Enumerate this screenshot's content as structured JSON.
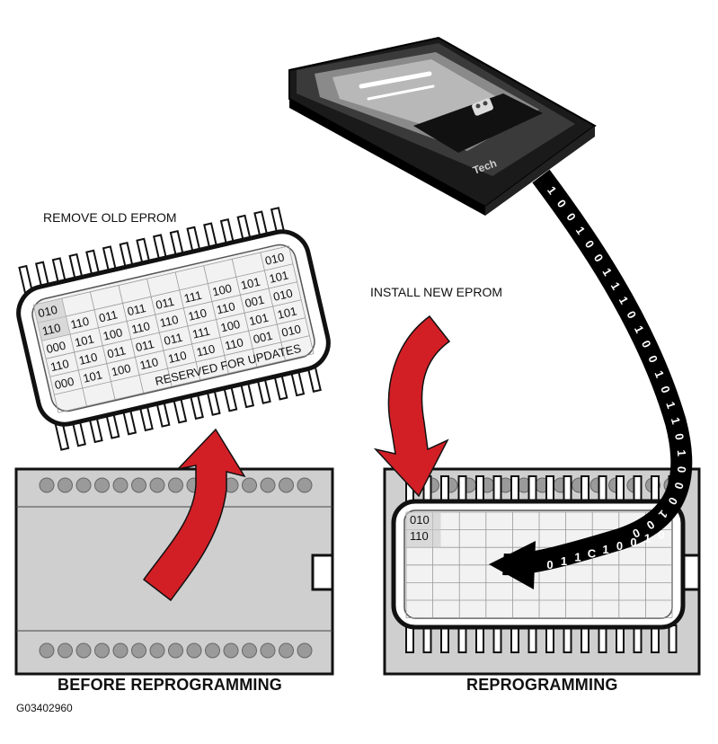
{
  "labels": {
    "remove_old": "REMOVE OLD EPROM",
    "install_new": "INSTALL NEW EPROM",
    "before": "BEFORE REPROGRAMMING",
    "reprogramming": "REPROGRAMMING",
    "figure_code": "G03402960"
  },
  "device_logo": "Tech",
  "old_eprom": {
    "rows": [
      [
        "010",
        "",
        "",
        "",
        "",
        "",
        "",
        "",
        "010"
      ],
      [
        "110",
        "110",
        "011",
        "011",
        "011",
        "111",
        "100",
        "101",
        "101"
      ],
      [
        "000",
        "101",
        "100",
        "110",
        "110",
        "110",
        "110",
        "001",
        "010"
      ],
      [
        "110",
        "110",
        "011",
        "011",
        "011",
        "111",
        "100",
        "101",
        "101"
      ],
      [
        "000",
        "101",
        "100",
        "110",
        "110",
        "110",
        "110",
        "001",
        "010"
      ]
    ],
    "reserved_text": "RESERVED FOR UPDATES"
  },
  "new_eprom": {
    "rows": [
      [
        "010"
      ],
      [
        "110"
      ]
    ]
  },
  "cable_bits": "1001001110100101101000100",
  "arrow_bits": "0 1 1 C 1 0 0 1 0",
  "colors": {
    "arrow_red": "#d21f26",
    "board_gray": "#cfcfcf",
    "chip_fill": "#f2f2f2",
    "cable": "#000000"
  }
}
